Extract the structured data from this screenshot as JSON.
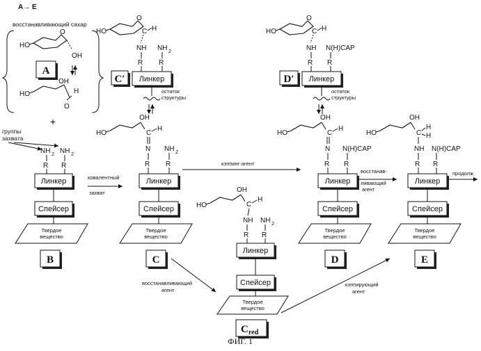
{
  "header": {
    "arrow_label": "A→ E"
  },
  "figure_caption": "ФИГ. 1",
  "labels": {
    "reducing_sugar": "восстанавливающий сахар",
    "capture_groups_1": "группы",
    "capture_groups_2": "захвата",
    "covalent_1": "ковалентный",
    "covalent_2": "захват",
    "capping_agent": "кэппинг-агент",
    "reducing_agent_1": "восстанавливающий",
    "reducing_agent_2": "агент",
    "reducing_de_1": "восстанав-",
    "reducing_de_2": "ливающий",
    "reducing_de_3": "агент",
    "continued": "продолж.",
    "capping_cred_1": "кэппирующий",
    "capping_cred_2": "агент",
    "structure_residue_1": "остаток",
    "structure_residue_2": "структуры",
    "linker": "Линкер",
    "spacer": "Спейсер",
    "solid_1": "Твердое",
    "solid_2": "вещество"
  },
  "chem": {
    "HO": "HO",
    "OH": "OH",
    "O": "O",
    "H": "H",
    "C": "C",
    "N": "N",
    "NH": "NH",
    "NH2": "NH",
    "sub2": "2",
    "R": "R",
    "cap": "N(H)CAP",
    "plus": "+"
  },
  "compounds": {
    "A": "A",
    "B": "B",
    "C": "C",
    "D": "D",
    "E": "E",
    "Cp": "C′",
    "Dp": "D′",
    "Cred_main": "C",
    "Cred_sub": "red"
  }
}
